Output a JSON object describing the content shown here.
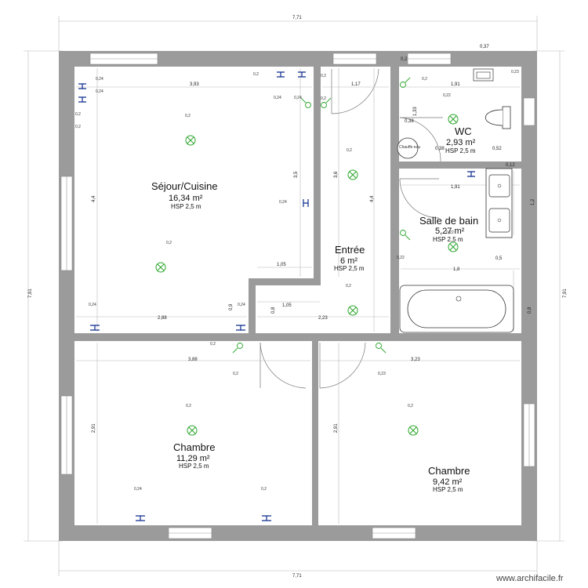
{
  "rooms": {
    "sejour": {
      "name": "Séjour/Cuisine",
      "area": "16,34 m²",
      "hsp": "HSP 2,5 m"
    },
    "entree": {
      "name": "Entrée",
      "area": "6 m²",
      "hsp": "HSP 2,5 m"
    },
    "wc": {
      "name": "WC",
      "area": "2,93 m²",
      "hsp": "HSP 2,5 m"
    },
    "sdb": {
      "name": "Salle de bain",
      "area": "5,27 m²",
      "hsp": "HSP 2,5 m"
    },
    "chambre1": {
      "name": "Chambre",
      "area": "11,29 m²",
      "hsp": "HSP 2,5 m"
    },
    "chambre2": {
      "name": "Chambre",
      "area": "9,42 m²",
      "hsp": "HSP 2,5 m"
    }
  },
  "dimensions": {
    "top_total": "7,71",
    "bottom_total": "7,71",
    "left_total": "7,91",
    "right_total": "7,91",
    "sejour_width": "3,93",
    "sejour_height": "4,4",
    "entree_width": "1,17",
    "entree_height": "4,4",
    "entree_inner": "3,6",
    "sejour_inner": "3,5",
    "wc_width": "1,91",
    "wc_depth": "1,33",
    "wc_niche": "0,38",
    "wc_niche2": "0,38",
    "wc_small": "0,52",
    "wc_top": "0,37",
    "sdb_width": "1,91",
    "sdb_height": "1,2",
    "sdb_bath": "1,8",
    "sdb_small": "0,5",
    "sdb_wall": "0,12",
    "step_105a": "1,05",
    "step_105b": "1,05",
    "sejour_bottom": "2,88",
    "entree_bottom": "2,23",
    "pillar_a": "0,9",
    "pillar_b": "0,8",
    "bath_side": "0,8",
    "wall_2": "0,2",
    "chambre1_width": "3,88",
    "chambre1_height": "2,91",
    "chambre2_width": "3,23",
    "chambre2_height": "2,91"
  },
  "labels": {
    "tag_02": "0,2",
    "tag_024": "0,24",
    "tag_022": "0,22",
    "tag_023": "0,23",
    "chauffe_eau": "Chauffe eau"
  },
  "watermark": "www.archifacile.fr",
  "colors": {
    "wall": "#9b9b9b",
    "light": "#2aa52a",
    "socket": "#0b2a8c"
  }
}
